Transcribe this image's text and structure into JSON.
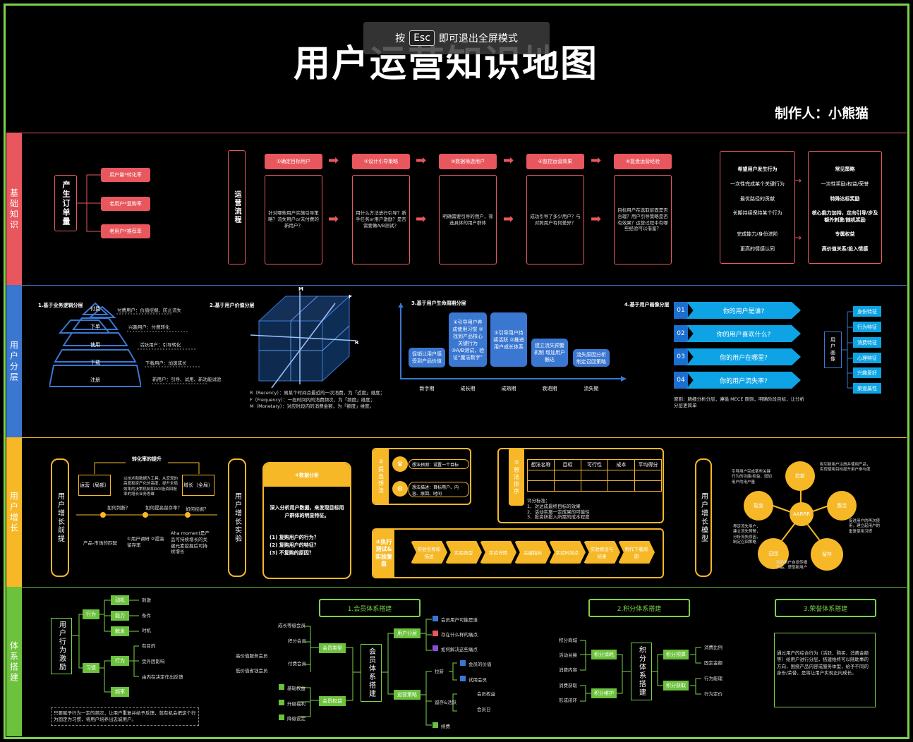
{
  "title": "用户运营知识地图",
  "overlay": {
    "pre": "按",
    "key": "Esc",
    "post": "即可退出全屏模式"
  },
  "author": "制作人：小熊猫",
  "colors": {
    "border": "#7bd34a",
    "red": "#e8575d",
    "blue": "#3a77d1",
    "yellow": "#f6b827",
    "green": "#6cc13d",
    "cyan": "#0ea3e4"
  },
  "sections": {
    "s1": "基础知识",
    "s2": "用户分层",
    "s3": "用户增长",
    "s4": "体系搭建"
  },
  "s1": {
    "order_title": "产生订单量",
    "order_items": [
      "用户量*转化率",
      "老用户*复购率",
      "老用户*推荐率"
    ],
    "process_title": "运营流程",
    "steps": [
      "①确定目标用户",
      "②设计引导策略",
      "③数据筛选用户",
      "④监控运营效果",
      "⑤复盘运营经验"
    ],
    "step_texts": [
      "针对哪些用户实施引导策略？流失用户or未付费的新用户？",
      "用什么方法进行引导？新手任务or用户激励？是否需要做A/B测试？",
      "明确需要引导的用户，筛选具体的用户群体",
      "成功引导了多少用户？与对照用户有何差异？",
      "目标用户在选取层面是否合理？用户引导策略是否有效果？运营过程中有哪些经验可以借鉴？"
    ],
    "left_list": [
      "希望用户发生行为",
      "一次性完成某个关键行为",
      "最优路径的贡献",
      "长期持续保持某个行为",
      "完成能力/身份进阶",
      "更高的情感认同"
    ],
    "right_list": [
      "常见策略",
      "一次性奖励/权益/荣誉",
      "特殊达标奖励",
      "核心能力加持，定向引导/步及额外刺激/随机奖励",
      "专属权益",
      "高价值关系/投入情感"
    ]
  },
  "s2": {
    "t1": "1.基于业务逻辑分层",
    "pyramid": [
      "付费",
      "下单",
      "使用",
      "下载",
      "注册"
    ],
    "pyr_notes": [
      "付费用户：价值挖掘、防止流失",
      "兴趣用户：付费转化",
      "活跃用户：引导转化",
      "下载用户：加速成长",
      "新用户：引导、试用、新功能试验"
    ],
    "t2": "2.基于用户价值分层",
    "axes": [
      "M",
      "F",
      "R"
    ],
    "rfm": [
      "R（Recency）：离某个时间点最近的一次消费，为「近度」维度；",
      "F（Frequency）：一段时间内的消费频次，为「频度」维度；",
      "M（Monetary）：对应时段内的消费金额，为「额度」维度。"
    ],
    "t3": "3.基于用户生命周期分层",
    "life_boxes": [
      "促销让用户感受到产品价值",
      "①引导用户养成使用习惯 ②找到产品核心关键行为 ③A/B测试，验证“魔法数字”",
      "①引导用户持续活跃 ②推进用户成长体系",
      "建立流失预警机制 增加用户触达",
      "流失原因分析 制定召回策略"
    ],
    "life_axis": [
      "新手期",
      "成长期",
      "成熟期",
      "衰退期",
      "流失期"
    ],
    "t4": "4.基于用户画像分层",
    "questions": [
      "你的用户是谁?",
      "你的用户喜欢什么?",
      "你的用户在哪里?",
      "你的用户流失率?"
    ],
    "qnums": [
      "01",
      "02",
      "03",
      "04"
    ],
    "portrait": "用户画像",
    "tags": [
      "身份特征",
      "行为特征",
      "消费特征",
      "心理特征",
      "兴趣爱好",
      "渠道属性"
    ],
    "principle": "原则：精细分析分层，遵循 MECE 原则，明确阶段目标，让分析分层更简单"
  },
  "s3": {
    "g1": "用户增长前提",
    "conv": "转化率的提升",
    "ops": "运营（局部）",
    "growth": "增长（全局）",
    "conv_note": "以技术和数据为工具，从宏观的高度和资产化的高度，提升全局效率的决策机制和ROI投资回报率的增长业务思维",
    "q1": "如何判断？",
    "q2": "如何提高留存率？",
    "q3": "如何挖掘？",
    "pmf": "产品-市场的匹配",
    "retain": "①用户调研 ②提高留存率",
    "aha": "Aha moment是产品可持续增长的关键元素挖掘后可持续增长",
    "g2": "用户增长实验",
    "d1": "①数据分析",
    "d1_text": "深入分析用户数据，来发现目标用户群体的明显特征。",
    "d1_qs": [
      "(1) 复购用户的行为？",
      "(2) 复购用户的特征？",
      "(3) 不复购的原因？"
    ],
    "d2": "②提出想法",
    "d2_items": [
      "想法预测：设置一个目标",
      "想法描述：目标用户、内容、原因、时间"
    ],
    "d3": "③想法排序",
    "table_head": [
      "想法名称",
      "目标",
      "可行性",
      "成本",
      "平均得分"
    ],
    "score": [
      "评分标准：",
      "1、对达成最终目标的效果",
      "2、活动实施一定成果的可能性",
      "3、投资所投入所需的成本程度"
    ],
    "d4": "④执行测试&实验复盘",
    "chevrons": [
      "实验名称和描述",
      "实验类型",
      "实验详情",
      "关键指标",
      "实验时间点",
      "实验假设与结果",
      "制作下载周期"
    ],
    "g3": "用户增长模型",
    "aarrr": "AARRR",
    "model": [
      "拉新",
      "激活",
      "留存",
      "召回",
      "裂变"
    ],
    "model_notes": [
      "引导用户完成某些关键行为的功能/权益，增加用户的用户量",
      "吸引新用户注册并使用产品，实现使用目标提升用户参与度",
      "促进用户的再次使用，建立起用户的重复使用习惯",
      "界定流失用户，建立流失预警，分析流失原因，制定召回策略",
      "激励用户自发传播产品，获取新用户"
    ]
  },
  "s4": {
    "motive": "用户行为激励",
    "behavior": "行为",
    "habit": "习惯",
    "behavior_items": [
      "动机",
      "能力",
      "触发"
    ],
    "behavior_notes": [
      "刺激",
      "条件",
      "时机"
    ],
    "habit_items": [
      "行为",
      "频率"
    ],
    "habit_notes": [
      "有目的",
      "受外因影响",
      "由内在决定作出反馈"
    ],
    "motive_note": "只要赋予行为一定的频次，让用户重复并给予反馈，就有机会把这个行为固定为习惯，将用户培养出忠诚用户。",
    "m1": "1.会员体系搭建",
    "member": "会员体系搭建",
    "member_types": "会员类型",
    "member_type_items": [
      "成长等级会员",
      "积分会员",
      "付费会员",
      "高价值服务会员",
      "低价值省钱会员"
    ],
    "member_rights": "会员权益",
    "member_rights_items": [
      "基础权益",
      "升级福利",
      "降级设定"
    ],
    "user_layer": "用户分层",
    "user_layer_items": [
      "会员用户可能是谁",
      "存在什么样的痛点",
      "如何解决这些痛点"
    ],
    "op_strategy": "运营策略",
    "pull_new": "拉新",
    "pull_items": [
      "会员的价值",
      "试用会员"
    ],
    "retention": "留存&活跃",
    "retention_items": [
      "会员权益",
      "会员日"
    ],
    "renewal": "续费",
    "m2": "2.积分体系搭建",
    "points": "积分体系搭建",
    "points_left": [
      "积分商城",
      "活动兑换",
      "消费内容",
      "消费获取",
      "形成闭环"
    ],
    "points_consume": "积分消耗",
    "points_maintain": "积分维护",
    "points_budget": "积分预算",
    "points_gain": "积分获取",
    "points_right": [
      "消费比例",
      "固定金额",
      "行为能理",
      "行为定价"
    ],
    "m3": "3.荣誉体系搭建",
    "honor_text": "通过用户的综合行为（活跃、购买、消费金额等）给用户进行分层，搭建始终可以随助事的方向，围绕产品内容或服务体型，给予不同的身份/荣誉，是将让用户实现正向成长。"
  }
}
